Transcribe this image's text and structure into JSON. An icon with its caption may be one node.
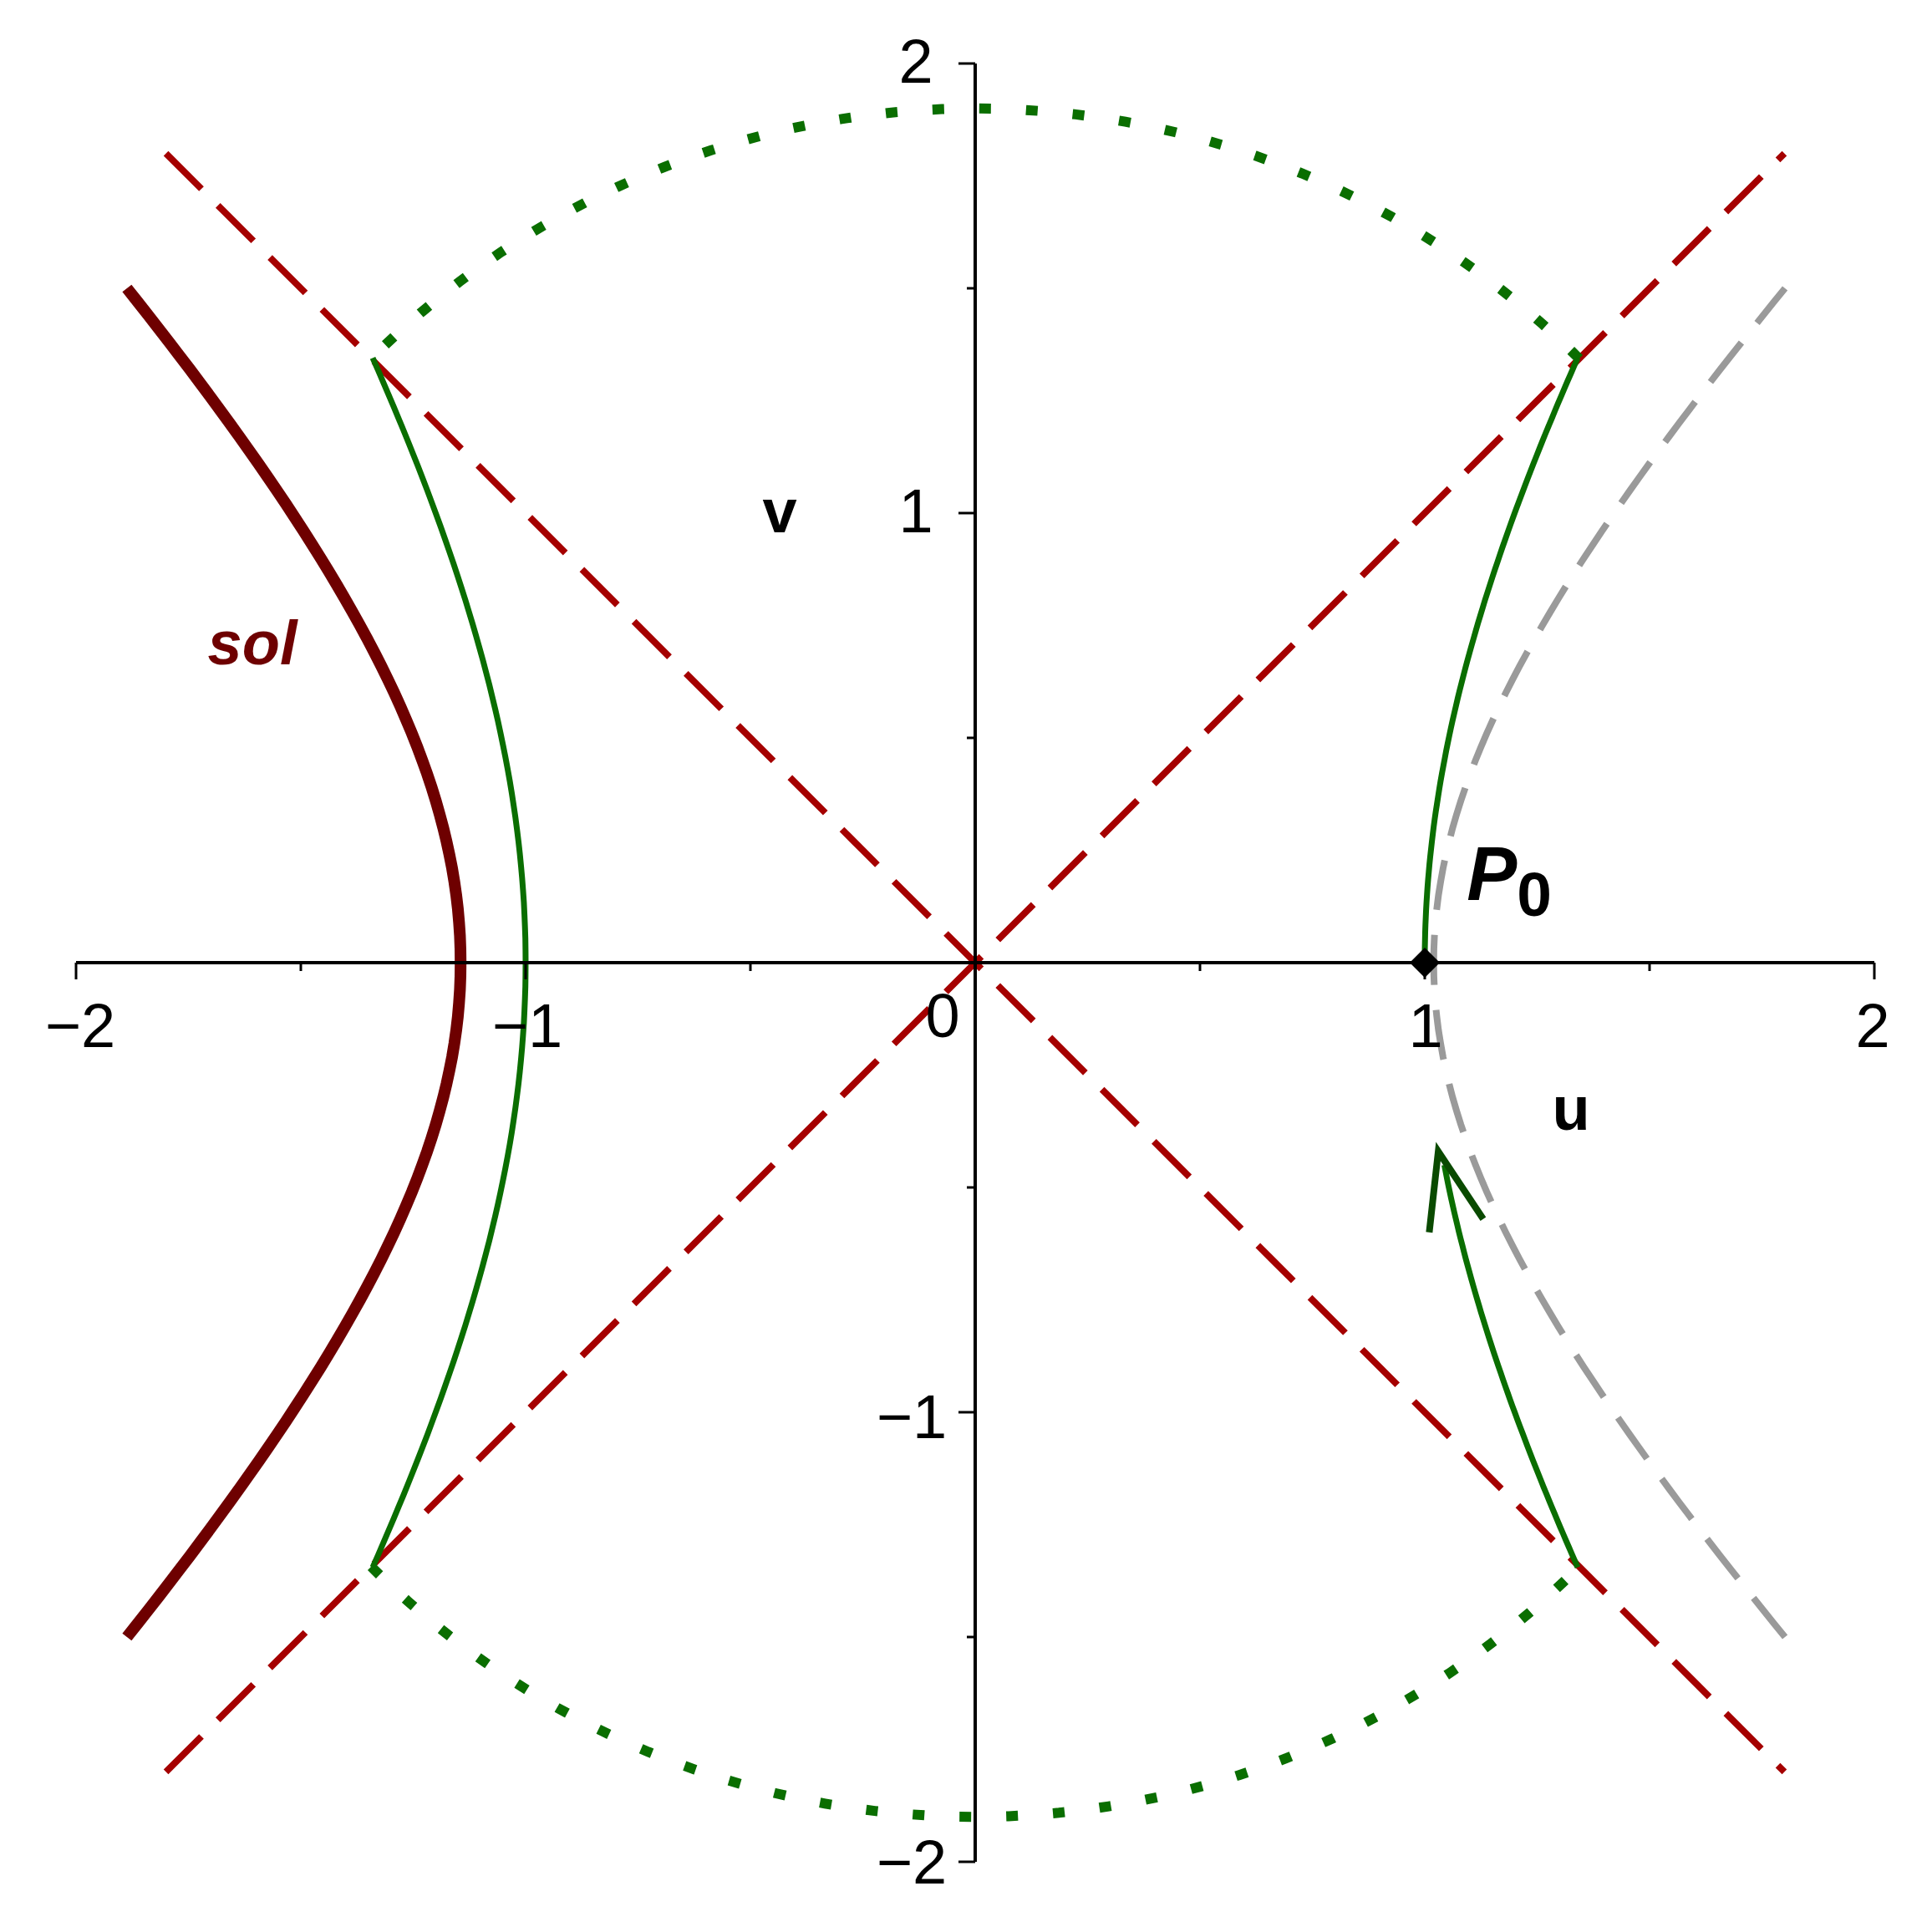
{
  "diagram": {
    "labels": [
      "2",
      "v",
      "1",
      "sol",
      "*P*$_{0}$",
      "−2",
      "−1",
      "0",
      "1",
      "2",
      "u",
      "−1",
      "−2"
    ]
  }
}
